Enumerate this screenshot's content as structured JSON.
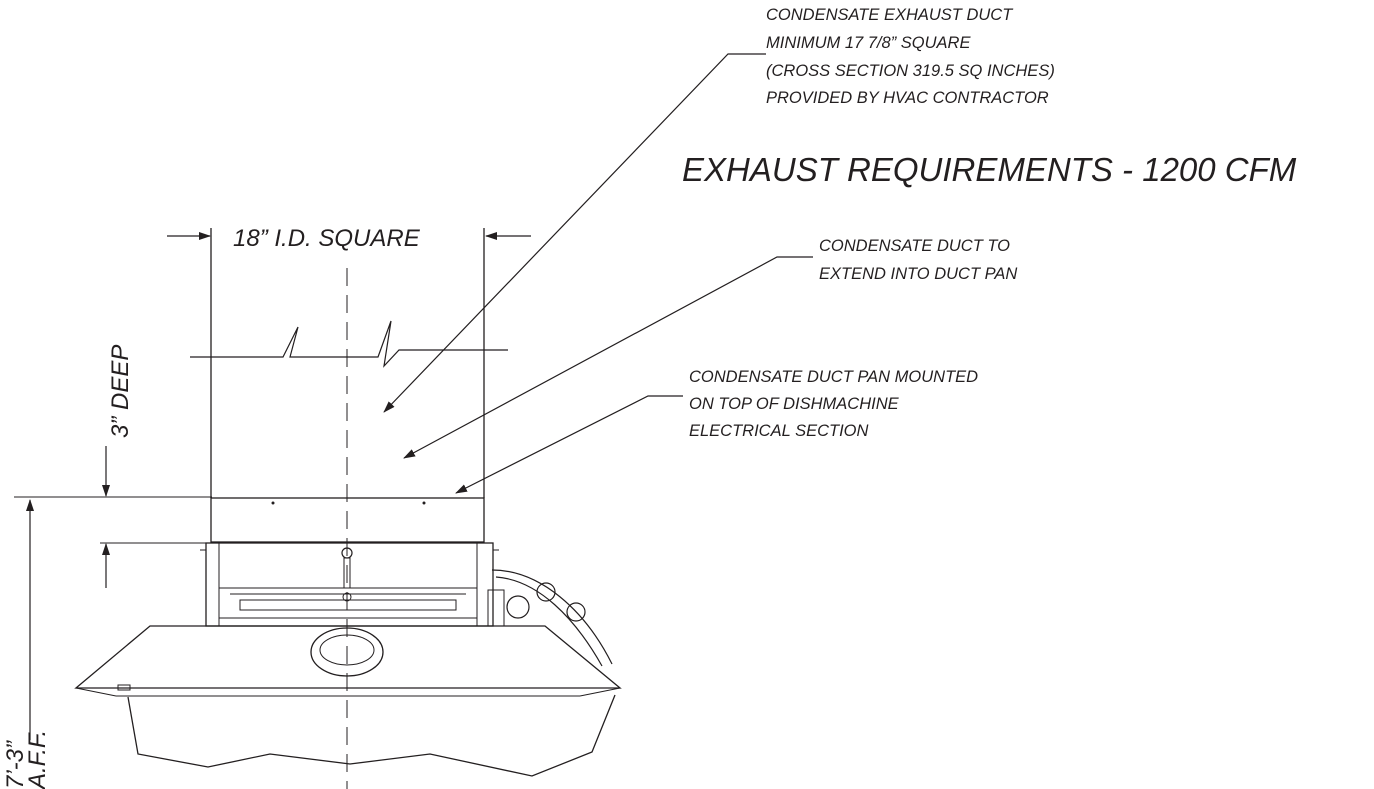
{
  "title": "EXHAUST REQUIREMENTS - 1200 CFM",
  "callouts": {
    "exhaust_duct": [
      "CONDENSATE EXHAUST DUCT",
      "MINIMUM 17 7/8” SQUARE",
      "(CROSS SECTION 319.5 SQ INCHES)",
      "PROVIDED BY HVAC CONTRACTOR"
    ],
    "duct_extend": [
      "CONDENSATE DUCT TO",
      "EXTEND INTO DUCT PAN"
    ],
    "duct_pan": [
      "CONDENSATE DUCT PAN MOUNTED",
      "ON TOP OF DISHMACHINE",
      "ELECTRICAL SECTION"
    ]
  },
  "dimensions": {
    "width": "18” I.D. SQUARE",
    "depth": "3” DEEP",
    "height_line1": "7’-3”",
    "height_line2": "A.F.F."
  },
  "colors": {
    "line": "#231f20",
    "background": "#ffffff"
  }
}
